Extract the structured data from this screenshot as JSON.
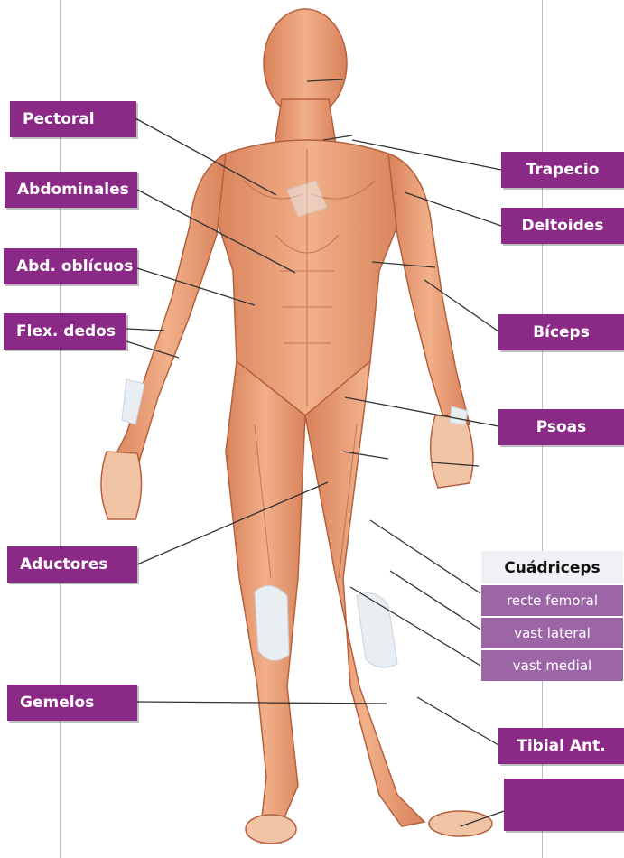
{
  "labels_left": [
    {
      "key": "pectoral",
      "text": "Pectoral"
    },
    {
      "key": "abdominales",
      "text": "Abdominales"
    },
    {
      "key": "abd_obliquos",
      "text": "Abd. oblícuos"
    },
    {
      "key": "flex_dedos",
      "text": "Flex. dedos"
    },
    {
      "key": "aductores",
      "text": "Aductores"
    },
    {
      "key": "gemelos",
      "text": "Gemelos"
    }
  ],
  "labels_right": [
    {
      "key": "trapecio",
      "text": "Trapecio"
    },
    {
      "key": "deltoides",
      "text": "Deltoides"
    },
    {
      "key": "biceps",
      "text": "Bíceps"
    },
    {
      "key": "psoas",
      "text": "Psoas"
    },
    {
      "key": "tibial_ant",
      "text": "Tibial Ant."
    },
    {
      "key": "empty_box",
      "text": ""
    }
  ],
  "cuadriceps": {
    "title": "Cuádriceps",
    "items": [
      "recte femoral",
      "vast lateral",
      "vast medial"
    ]
  },
  "colors": {
    "label_bg": "#8b2a86",
    "sub_bg": "#9c66a6",
    "skin": "#e8a27a",
    "skin_dark": "#c86a45",
    "tendon": "#e9eef3"
  }
}
